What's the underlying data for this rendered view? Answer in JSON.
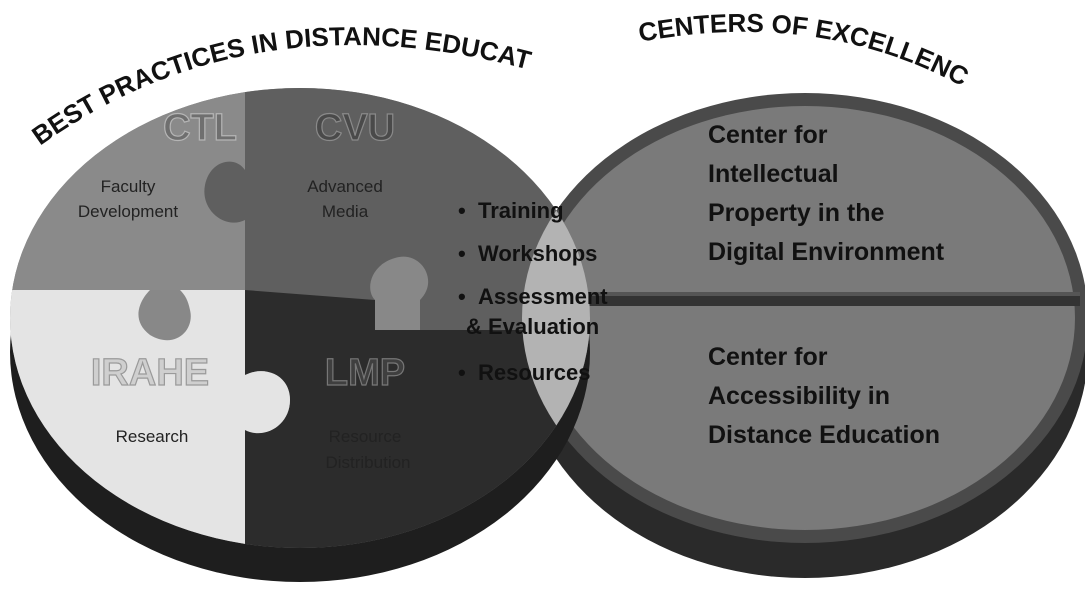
{
  "headings": {
    "left": "BEST PRACTICES IN DISTANCE EDUCATION",
    "right": "CENTERS OF EXCELLENCE"
  },
  "pieces": {
    "ctl": {
      "title": "CTL",
      "line1": "Faculty",
      "line2": "Development"
    },
    "cvu": {
      "title": "CVU",
      "line1": "Advanced",
      "line2": "Media"
    },
    "irahe": {
      "title": "IRAHE",
      "line1": "Research"
    },
    "lmp": {
      "title": "LMP",
      "line1": "Resource",
      "line2": "Distribution"
    }
  },
  "overlap": {
    "bullet": "•",
    "items": [
      "Training",
      "Workshops",
      "Assessment",
      "& Evaluation",
      "Resources"
    ]
  },
  "centers": {
    "top": [
      "Center for",
      "Intellectual",
      "Property in the",
      "Digital Environment"
    ],
    "bottom": [
      "Center for",
      "Accessibility in",
      "Distance Education"
    ]
  },
  "colors": {
    "ctl": "#8a8a8a",
    "cvu": "#5f5f5f",
    "irahe": "#e4e4e4",
    "lmp": "#2c2c2c",
    "overlap": "#b3b3b3",
    "right_disc": "#7a7a7a",
    "rim_dark": "#3a3a3a"
  }
}
